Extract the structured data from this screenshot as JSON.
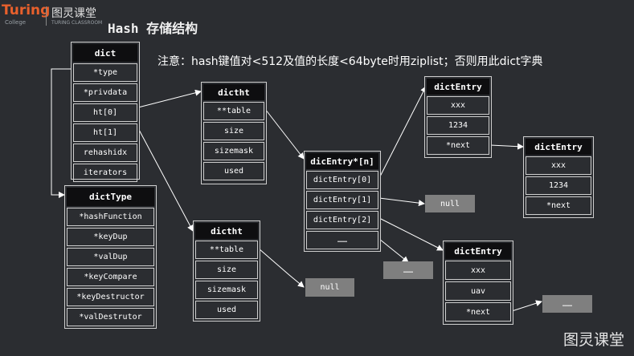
{
  "logo": {
    "brand": "Turing",
    "brand_sub": "College",
    "cn": "图灵课堂",
    "cn_sub": "TURING CLASSROOM"
  },
  "title": "Hash  存储结构",
  "note": "注意：hash键值对<512及值的长度<64byte时用ziplist；否则用此dict字典",
  "watermark": "图灵课堂",
  "dict": {
    "header": "dict",
    "fields": [
      "*type",
      "*privdata",
      "ht[0]",
      "ht[1]",
      "rehashidx",
      "iterators"
    ]
  },
  "dictType": {
    "header": "dictType",
    "fields": [
      "*hashFunction",
      "*keyDup",
      "*valDup",
      "*keyCompare",
      "*keyDestructor",
      "*valDestrutor"
    ]
  },
  "dictht0": {
    "header": "dictht",
    "fields": [
      "**table",
      "size",
      "sizemask",
      "used"
    ]
  },
  "dictht1": {
    "header": "dictht",
    "fields": [
      "**table",
      "size",
      "sizemask",
      "used"
    ]
  },
  "table": {
    "header": "dicEntry*[n]",
    "fields": [
      "dictEntry[0]",
      "dictEntry[1]",
      "dictEntry[2]",
      "……"
    ]
  },
  "entryA": {
    "header": "dictEntry",
    "fields": [
      "xxx",
      "1234",
      "*next"
    ]
  },
  "entryB": {
    "header": "dictEntry",
    "fields": [
      "xxx",
      "1234",
      "*next"
    ]
  },
  "entryC": {
    "header": "dictEntry",
    "fields": [
      "xxx",
      "uav",
      "*next"
    ]
  },
  "null_boxes": {
    "ht1_null": "null",
    "entry1_null": "null",
    "entry3_more": "……",
    "entryC_next_more": "……"
  }
}
